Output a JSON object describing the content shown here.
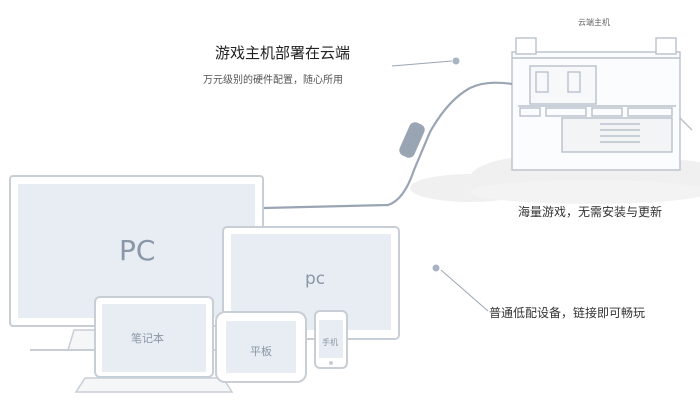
{
  "headline": {
    "title": "游戏主机部署在云端",
    "subtitle": "万元级别的硬件配置，随心所用"
  },
  "server": {
    "label": "云端主机"
  },
  "cloud_caption": "海量游戏，无需安装与更新",
  "connect_caption": "普通低配设备，链接即可畅玩",
  "devices": {
    "desktop_big": "PC",
    "desktop_small": "pc",
    "laptop": "笔记本",
    "tablet": "平板",
    "phone": "手机"
  },
  "colors": {
    "line": "#9aa5b3",
    "device_frame": "#c8ced6",
    "screen_fill": "#e8edf3",
    "dot": "#a9b4c2",
    "cloud": "#eeeeee"
  }
}
